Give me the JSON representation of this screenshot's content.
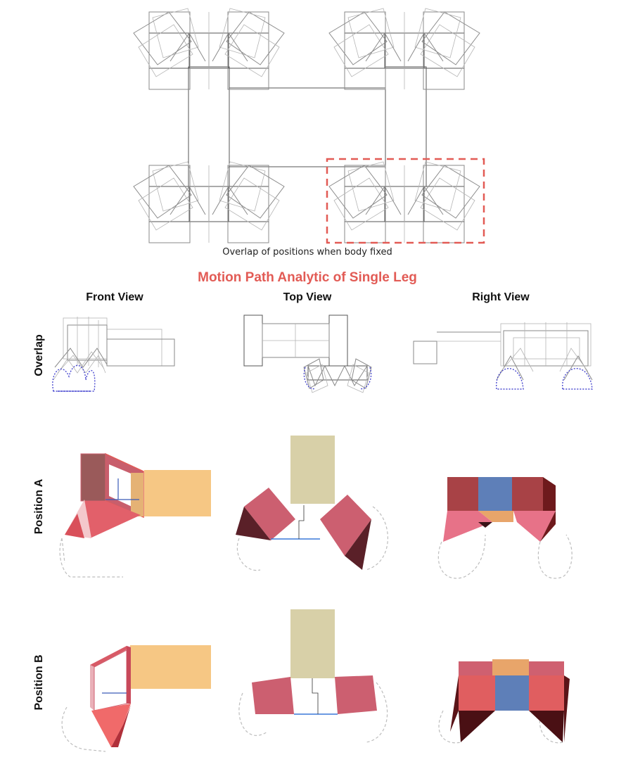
{
  "overlap_caption": "Overlap of positions when body fixed",
  "section_title": "Motion Path Analytic of Single Leg",
  "columns": [
    "Front View",
    "Top View",
    "Right View"
  ],
  "rows": [
    "Overlap",
    "Position A",
    "Position B"
  ],
  "colors": {
    "highlight": "#e25b55",
    "leg_red": "#d0596c",
    "leg_dark": "#6e1a1c",
    "body_orange": "#f6c784",
    "body_tan": "#d8d0a8",
    "blue_block": "#5e7fb8",
    "motion_path": "#4a4ad0"
  }
}
